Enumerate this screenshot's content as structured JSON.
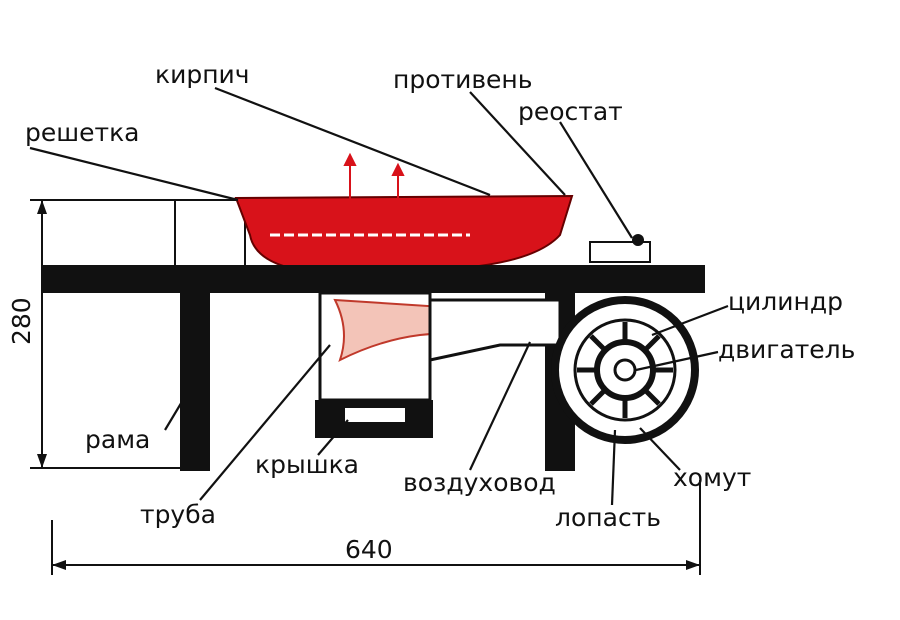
{
  "diagram": {
    "labels": {
      "brick": "кирпич",
      "tray": "противень",
      "rheostat": "реостат",
      "grate": "решетка",
      "cylinder": "цилиндр",
      "motor": "двигатель",
      "frame": "рама",
      "lid": "крышка",
      "air_duct": "воздуховод",
      "clamp": "хомут",
      "pipe": "труба",
      "blade": "лопасть"
    },
    "dimensions": {
      "height": "280",
      "width": "640"
    },
    "colors": {
      "tray": "#d8121a",
      "frame": "#111111",
      "flame": "#c0392b"
    }
  }
}
